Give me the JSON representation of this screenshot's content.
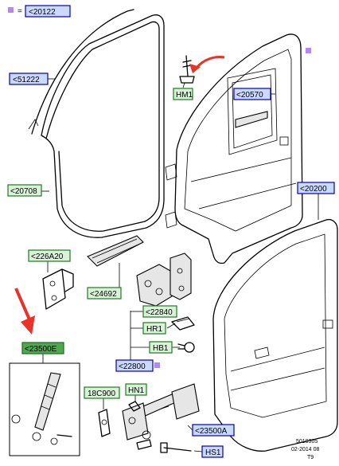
{
  "legend": {
    "color": "#b388f0",
    "equals": "=",
    "text": "<20122"
  },
  "callouts": {
    "c51222": "<51222",
    "c20708": "<20708",
    "c20570": "<20570",
    "c20200": "<20200",
    "c226a20": "<226A20",
    "c24692": "<24692",
    "c22840": "<22840",
    "c22800": "<22800",
    "c23500e": "<23500E",
    "c23500a": "<23500A",
    "c18c900": "18C900",
    "hm1": "HM1",
    "hr1": "HR1",
    "hb1": "HB1",
    "hn1": "HN1",
    "hs1": "HS1"
  },
  "footer": {
    "line1": "5010305",
    "line2": "02-2014 08",
    "line3": "T9"
  },
  "colors": {
    "blue_box": "#ccd9ff",
    "green_box": "#d9f2d9",
    "green_box_dark": "#4fa84f",
    "arrow_red": "#e8322a",
    "purple_marker": "#b388f0"
  }
}
